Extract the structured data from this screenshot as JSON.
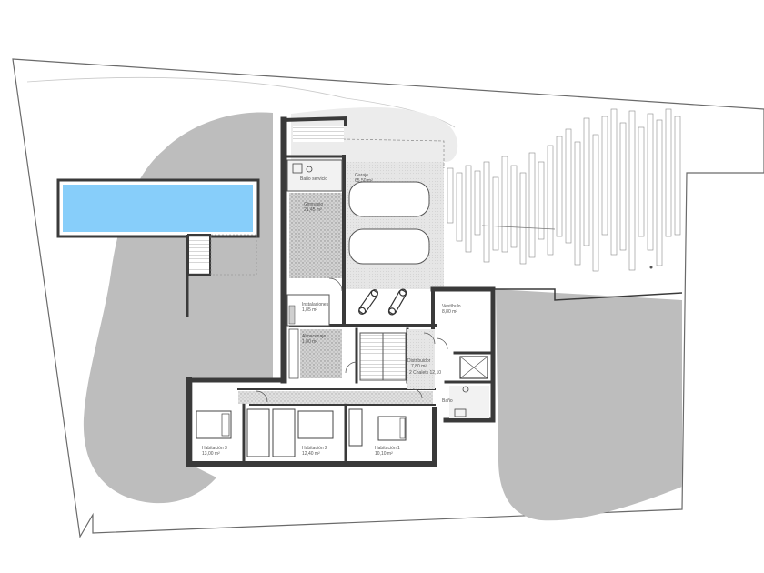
{
  "plan": {
    "colors": {
      "background": "#ffffff",
      "terrain": "#bdbdbd",
      "pool_water": "#87cefa",
      "wall": "#3a3a3a",
      "floor_pattern": "#9a9a9a",
      "garage_floor": "#e3e3e3",
      "plot_line": "#666666"
    },
    "rooms": [
      {
        "name": "Baño servicio",
        "area": ""
      },
      {
        "name": "Garaje",
        "area": "65,50 m²"
      },
      {
        "name": "Gimnasio",
        "area": "21,45 m²"
      },
      {
        "name": "Instalaciones",
        "area": "1,85 m²"
      },
      {
        "name": "Almacenaje",
        "area": "1,80 m²"
      },
      {
        "name": "Vestíbulo",
        "area": "8,80 m²"
      },
      {
        "name": "Distribuidor",
        "area": "7,80 m²"
      },
      {
        "name": "Baño",
        "area": ""
      },
      {
        "name": "Habitación 3",
        "area": "13,00 m²"
      },
      {
        "name": "Habitación 2",
        "area": "12,40 m²"
      },
      {
        "name": "Habitación 1",
        "area": "10,10 m²"
      }
    ],
    "annotations": [
      {
        "text": "2 Chalets 12,10"
      }
    ]
  }
}
